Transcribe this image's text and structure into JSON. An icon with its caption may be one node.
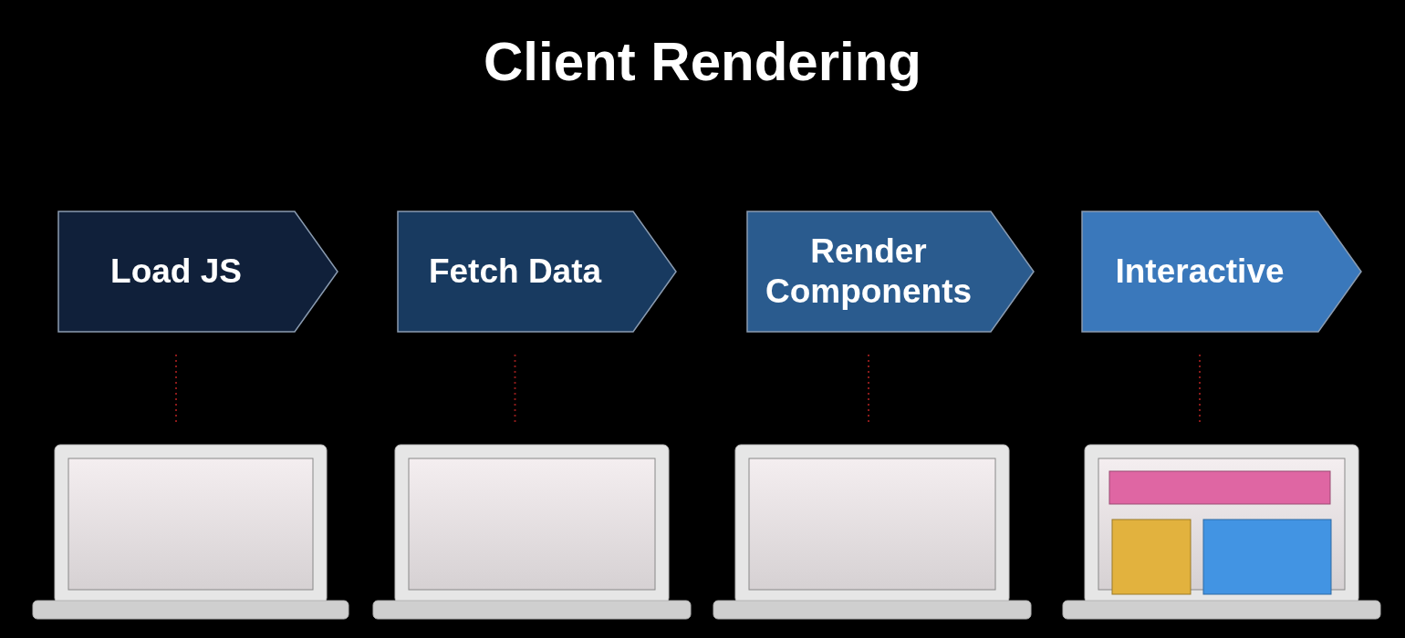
{
  "diagram": {
    "title": "Client Rendering",
    "nodes": [
      {
        "text": [
          "Load JS"
        ]
      },
      {
        "text": [
          "Fetch Data"
        ]
      },
      {
        "text": [
          "Render Components"
        ]
      },
      {
        "text": [
          "Interactive"
        ]
      },
      {
        "text": [],
        "shape": "laptop"
      },
      {
        "text": [],
        "shape": "laptop"
      },
      {
        "text": [],
        "shape": "laptop"
      },
      {
        "text": [],
        "shape": "laptop"
      }
    ],
    "edges": [
      {
        "from": 0,
        "to": 4,
        "arrow": "none",
        "style": "dashed",
        "color": "#8b1a1a"
      },
      {
        "from": 1,
        "to": 5,
        "arrow": "none",
        "style": "dashed",
        "color": "#8b1a1a"
      },
      {
        "from": 2,
        "to": 6,
        "arrow": "none",
        "style": "dashed",
        "color": "#8b1a1a"
      },
      {
        "from": 3,
        "to": 7,
        "arrow": "none",
        "style": "dashed",
        "color": "#8b1a1a"
      }
    ]
  }
}
